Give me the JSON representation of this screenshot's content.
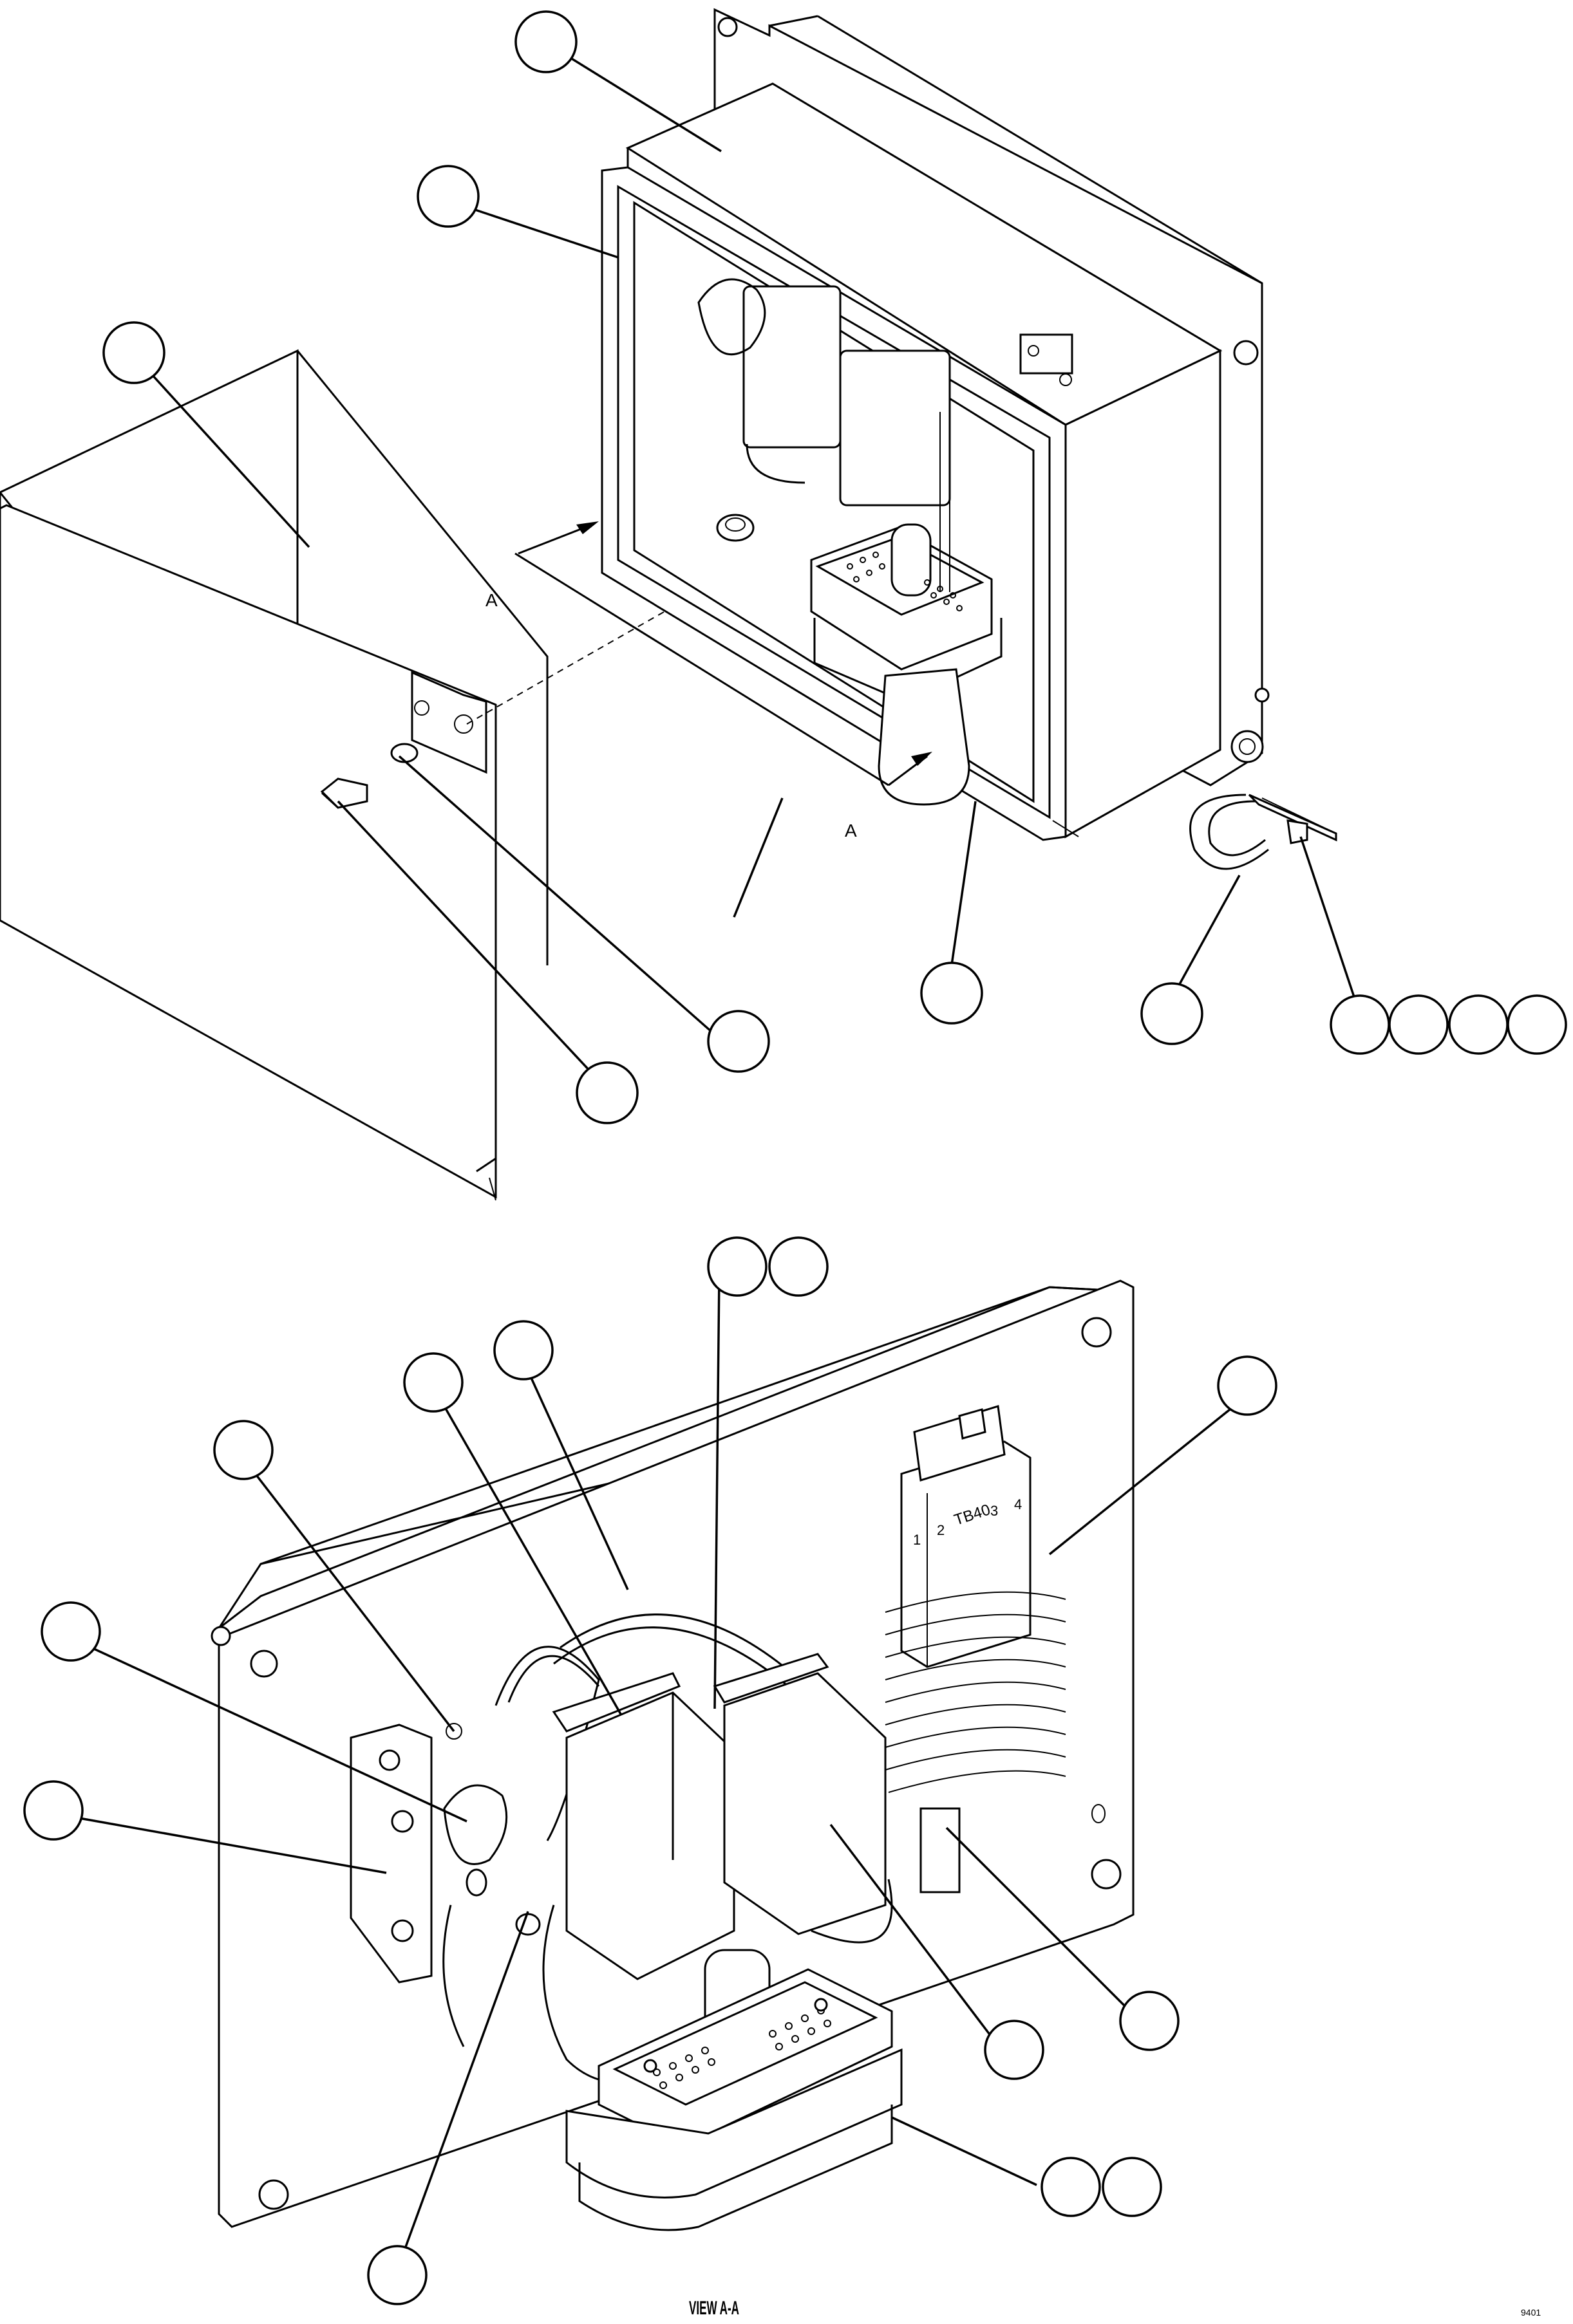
{
  "labels": {
    "section_arrow_top": "A",
    "section_arrow_bottom": "A",
    "terminal_block": "TB40",
    "terminal_numbers": [
      "1",
      "2",
      "3",
      "4"
    ],
    "view_caption": "VIEW A-A",
    "figure_number": "9401"
  }
}
